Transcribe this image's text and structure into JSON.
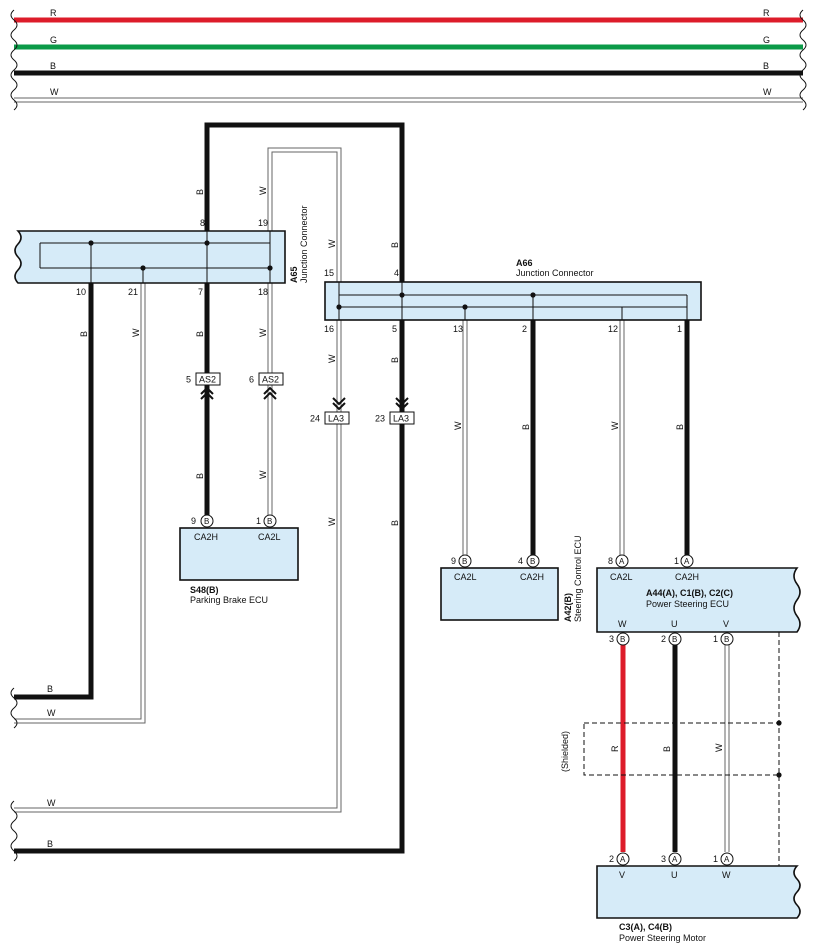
{
  "top_bus": [
    {
      "label": "R",
      "color": "#dd1c2a"
    },
    {
      "label": "G",
      "color": "#0b9a48"
    },
    {
      "label": "B",
      "color": "#111111"
    },
    {
      "label": "W",
      "color": "#ffffff"
    }
  ],
  "components": {
    "a65": {
      "code": "A65",
      "name": "Junction Connector",
      "pins": [
        "8",
        "19",
        "10",
        "21",
        "7",
        "18"
      ]
    },
    "a66": {
      "code": "A66",
      "name": "Junction Connector",
      "pins": [
        "15",
        "4",
        "16",
        "5",
        "13",
        "2",
        "12",
        "1"
      ]
    },
    "s48": {
      "code": "S48(B)",
      "name": "Parking Brake ECU",
      "pins": [
        "9",
        "1"
      ],
      "pin_connector": "B",
      "terminals": [
        "CA2H",
        "CA2L"
      ]
    },
    "a42": {
      "code": "A42(B)",
      "name": "Steering Control ECU",
      "pins": [
        "9",
        "4"
      ],
      "pin_connector": "B",
      "terminals": [
        "CA2L",
        "CA2H"
      ]
    },
    "ps_ecu": {
      "code": "A44(A), C1(B), C2(C)",
      "name": "Power Steering ECU",
      "top_pins": [
        "8",
        "1"
      ],
      "top_connector": "A",
      "top_terminals": [
        "CA2L",
        "CA2H"
      ],
      "bottom_pins": [
        "3",
        "2",
        "1"
      ],
      "bottom_connector": "B",
      "bottom_terminals": [
        "W",
        "U",
        "V"
      ]
    },
    "motor": {
      "code": "C3(A), C4(B)",
      "name": "Power Steering Motor",
      "pins": [
        "2",
        "3",
        "1"
      ],
      "pin_connector": "A",
      "terminals": [
        "V",
        "U",
        "W"
      ]
    }
  },
  "connectors": {
    "as2": {
      "code": "AS2",
      "pins": [
        "5",
        "6"
      ]
    },
    "la3": {
      "code": "LA3",
      "pins": [
        "24",
        "23"
      ]
    }
  },
  "wire_labels": {
    "black": "B",
    "white": "W",
    "red": "R"
  },
  "shielded_label": "(Shielded)",
  "colors": {
    "box_fill": "#d6ebf8",
    "red": "#dd1c2a",
    "green": "#0b9a48",
    "black": "#111111",
    "white_outline": "#666666"
  }
}
